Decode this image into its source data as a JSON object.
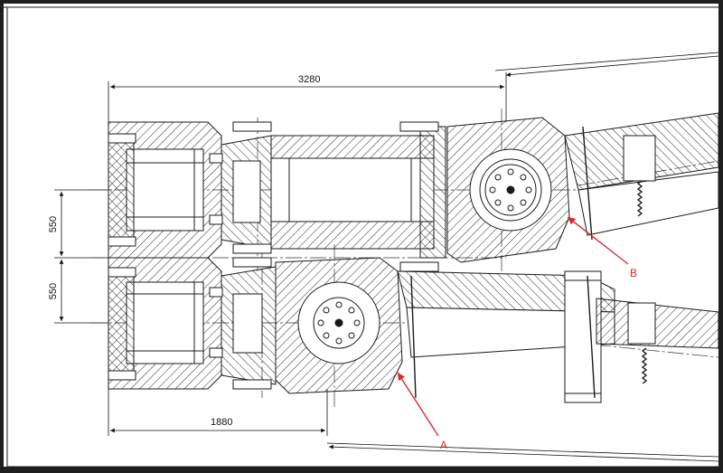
{
  "drawing": {
    "dimensions": {
      "overall_length": "3280",
      "lower_length": "1880",
      "upper_offset": "550",
      "lower_offset": "550"
    },
    "callouts": {
      "a": "A",
      "b": "B"
    },
    "colors": {
      "line": "#1a1a1a",
      "hatch": "#2a2a2a",
      "callout": "#e0282a",
      "background": "#ffffff",
      "frame": "#1e1e1e"
    }
  }
}
